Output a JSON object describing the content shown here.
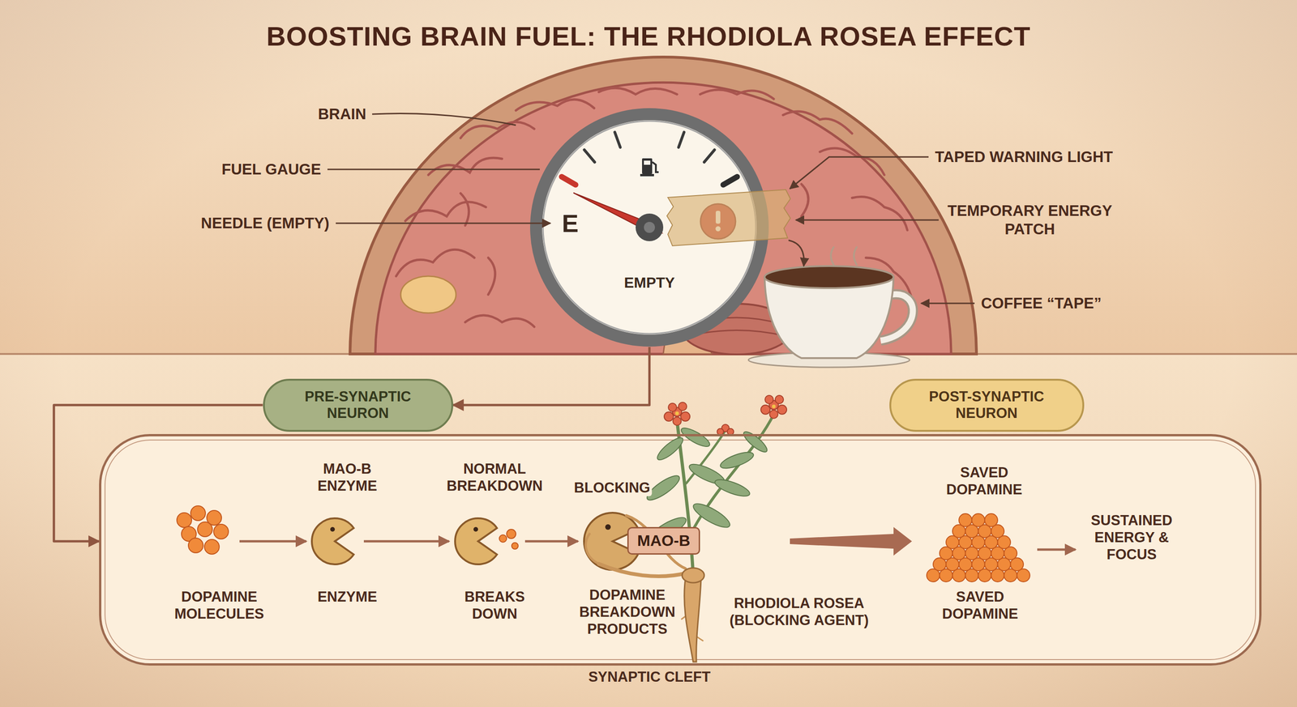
{
  "diagram": {
    "title": "BOOSTING BRAIN FUEL: THE RHODIOLA ROSEA EFFECT",
    "nodes": [
      {
        "text": [
          "E",
          "EMPTY"
        ]
      },
      {
        "text": [
          "PRE-SYNAPTIC NEURON"
        ]
      },
      {
        "text": [
          "POST-SYNAPTIC NEURON"
        ]
      },
      {
        "text": [
          "SYNAPTIC CLEFT"
        ]
      },
      {
        "text": [
          "MAO-B"
        ],
        "in": 3
      }
    ],
    "edges": [
      {
        "from": 0,
        "to": 1,
        "arrow": "to"
      },
      {
        "from": 1,
        "to": 3,
        "arrow": "to"
      }
    ],
    "labels": [
      "BRAIN",
      "FUEL GAUGE",
      "NEEDLE (EMPTY)",
      "TAPED WARNING LIGHT",
      "TEMPORARY ENERGY PATCH",
      "COFFEE “TAPE”",
      "MAO-B ENZYME",
      "NORMAL BREAKDOWN",
      "BLOCKING",
      "SAVED DOPAMINE",
      "SUSTAINED ENERGY & FOCUS",
      "DOPAMINE MOLECULES",
      "ENZYME",
      "BREAKS DOWN",
      "DOPAMINE BREAKDOWN PRODUCTS",
      "RHODIOLA ROSEA (BLOCKING AGENT)",
      "SAVED DOPAMINE"
    ]
  }
}
